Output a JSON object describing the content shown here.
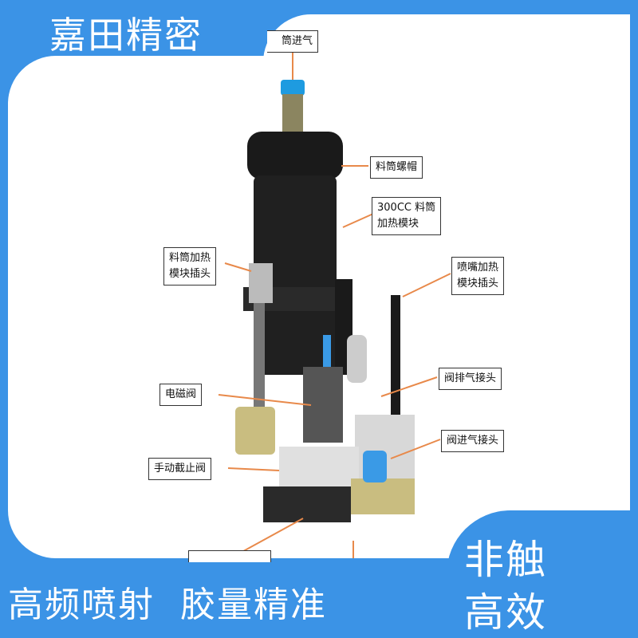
{
  "brand": "嘉田精密",
  "slogan_left": "高频喷射  胶量精准",
  "slogan_right": [
    "非触",
    "高效"
  ],
  "labels": {
    "air_inlet": "筒进气",
    "cap": "料筒螺帽",
    "barrel": "300CC 料筒\n加热模块",
    "barrel_plug": "料筒加热\n模块插头",
    "nozzle_plug": "喷嘴加热\n模块插头",
    "solenoid": "电磁阀",
    "valve_exhaust": "阀排气接头",
    "valve_inlet": "阀进气接头",
    "manual_valve": "手动截止阀"
  },
  "colors": {
    "brand_blue": "#3b93e6",
    "arrow": "#e8894a"
  }
}
